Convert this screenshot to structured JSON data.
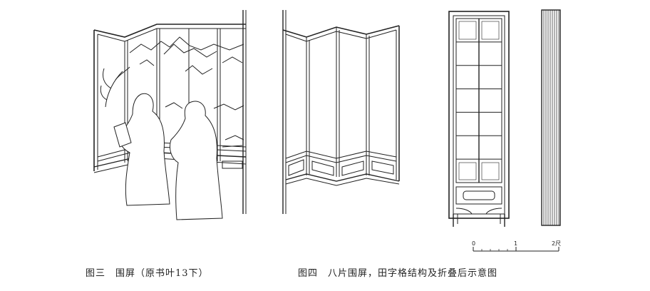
{
  "captions": {
    "fig3": "图三　围屏（原书叶13下）",
    "fig4": "图四　八片围屏，田字格结构及折叠后示意图"
  },
  "scale_bar": {
    "ticks": [
      "0",
      "1",
      "2尺"
    ]
  },
  "figure4": {
    "grid_rows": 7,
    "grid_cols": 2,
    "panels_shown": 4
  }
}
